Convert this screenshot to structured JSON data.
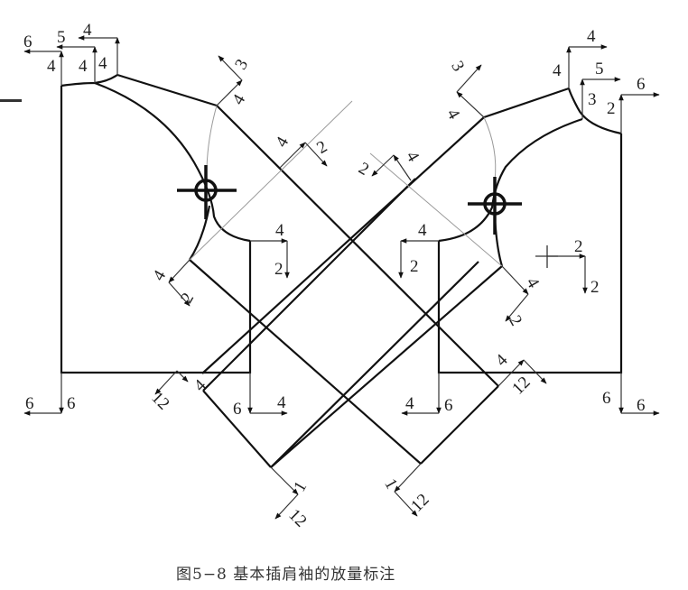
{
  "caption": "图5−8 基本插肩袖的放量标注",
  "colors": {
    "line": "#111111",
    "thin": "#555555",
    "guide": "#9a9a9a",
    "text": "#222222"
  },
  "diagram": {
    "type": "raglan-sleeve-grading",
    "left_piece": {
      "labels": {
        "top_6": "6",
        "top_5": "5",
        "top_4": "4",
        "left_4": "4",
        "mid_4": "4",
        "right_4": "4",
        "cap_3": "3",
        "cap_4": "4",
        "cross_4": "4",
        "cross_2": "2",
        "notch_4": "4",
        "notch_2": "2",
        "under_4": "4",
        "under_2": "2",
        "hem_left_6a": "6",
        "hem_left_6b": "6",
        "hem_right_6": "6",
        "hem_right_4": "4",
        "diag_12": "12",
        "diag_4": "4",
        "bottom_1": "1",
        "bottom_12": "12"
      }
    },
    "right_piece": {
      "labels": {
        "top_4a": "4",
        "top_4b": "4",
        "top_5": "5",
        "top_3": "3",
        "top_6": "6",
        "top_2": "2",
        "cap_3": "3",
        "cap_4": "4",
        "cross_4": "4",
        "cross_2": "2",
        "notch_4": "4",
        "notch_2": "2",
        "under_4": "4",
        "under_2": "2",
        "cross_mark_2a": "2",
        "cross_mark_2b": "2",
        "hem_left_4": "4",
        "hem_left_6": "6",
        "hem_right_6a": "6",
        "hem_right_6b": "6",
        "diag_4": "4",
        "diag_12": "12",
        "bottom_1": "1",
        "bottom_12": "12"
      }
    }
  }
}
